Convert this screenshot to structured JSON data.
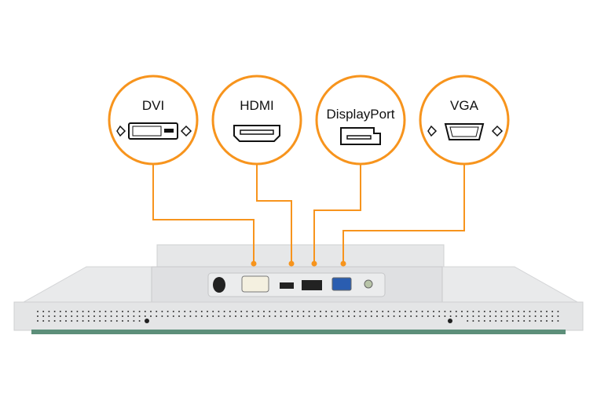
{
  "connectors": [
    {
      "label": "DVI",
      "icon": "dvi-port-icon"
    },
    {
      "label": "HDMI",
      "icon": "hdmi-port-icon"
    },
    {
      "label": "DisplayPort",
      "icon": "displayport-icon"
    },
    {
      "label": "VGA",
      "icon": "vga-port-icon"
    }
  ],
  "colors": {
    "accent": "#f7941d",
    "body": "#e8e9ea",
    "panel": "#dcdddf"
  }
}
